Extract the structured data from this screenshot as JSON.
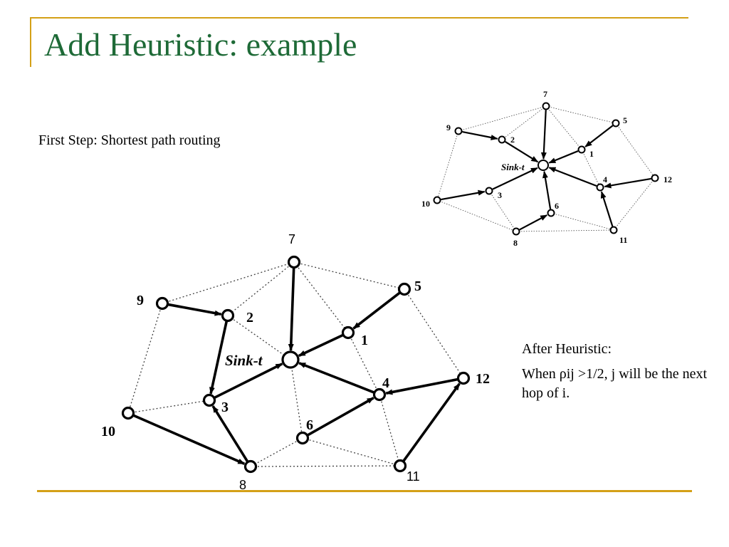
{
  "slide": {
    "title": "Add Heuristic: example",
    "first_step_caption": "First Step: Shortest path routing",
    "after_heuristic_heading": "After Heuristic:",
    "after_heuristic_rule": "When ρij >1/2, j will be the next hop of i."
  },
  "colors": {
    "title": "#1e6a37",
    "accent_line": "#d4a017",
    "edge": "#000000",
    "dotted": "#444444"
  },
  "graph": {
    "sink_label": "Sink-t",
    "node_labels": [
      "1",
      "2",
      "3",
      "4",
      "5",
      "6",
      "7",
      "8",
      "9",
      "10",
      "11",
      "12"
    ],
    "directed_edges_first_step": [
      [
        "9",
        "2"
      ],
      [
        "2",
        "Sink-t"
      ],
      [
        "7",
        "Sink-t"
      ],
      [
        "5",
        "1"
      ],
      [
        "1",
        "Sink-t"
      ],
      [
        "10",
        "3"
      ],
      [
        "3",
        "Sink-t"
      ],
      [
        "8",
        "6"
      ],
      [
        "6",
        "Sink-t"
      ],
      [
        "11",
        "4"
      ],
      [
        "12",
        "4"
      ],
      [
        "4",
        "Sink-t"
      ]
    ],
    "directed_edges_after_heuristic": [
      [
        "9",
        "2"
      ],
      [
        "2",
        "3"
      ],
      [
        "3",
        "Sink-t"
      ],
      [
        "7",
        "Sink-t"
      ],
      [
        "5",
        "1"
      ],
      [
        "1",
        "Sink-t"
      ],
      [
        "10",
        "8"
      ],
      [
        "8",
        "3"
      ],
      [
        "6",
        "4"
      ],
      [
        "4",
        "Sink-t"
      ],
      [
        "12",
        "4"
      ],
      [
        "11",
        "12"
      ]
    ],
    "undirected_links": [
      [
        "9",
        "7"
      ],
      [
        "7",
        "5"
      ],
      [
        "9",
        "10"
      ],
      [
        "10",
        "3"
      ],
      [
        "2",
        "Sink-t"
      ],
      [
        "Sink-t",
        "6"
      ],
      [
        "7",
        "1"
      ],
      [
        "1",
        "4"
      ],
      [
        "5",
        "12"
      ],
      [
        "4",
        "11"
      ],
      [
        "12",
        "11"
      ],
      [
        "3",
        "8"
      ],
      [
        "8",
        "11"
      ],
      [
        "6",
        "11"
      ],
      [
        "6",
        "8"
      ],
      [
        "10",
        "8"
      ],
      [
        "7",
        "2"
      ]
    ]
  }
}
